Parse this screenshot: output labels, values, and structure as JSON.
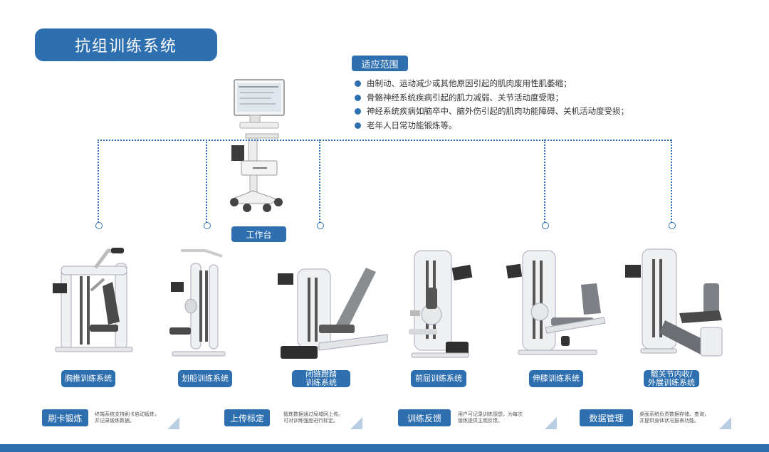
{
  "title": "抗组训练系统",
  "scope": {
    "heading": "适应范围",
    "items": [
      "由制动、运动减少或其他原因引起的肌肉废用性肌萎缩；",
      "骨骼神经系统疾病引起的肌力减弱、关节活动度受限；",
      "神经系统疾病如脑卒中、脑外伤引起的肌肉功能障碍、关机活动度受损；",
      "老年人日常功能锻炼等。"
    ]
  },
  "workstation": {
    "label": "工作台"
  },
  "machines": [
    {
      "label": "胸推训练系统"
    },
    {
      "label": "划船训练系统"
    },
    {
      "label_line1": "闭链蹬踏",
      "label_line2": "训练系统"
    },
    {
      "label": "前屈训练系统"
    },
    {
      "label": "伸膝训练系统"
    },
    {
      "label_line1": "髋关节内收/",
      "label_line2": "外展训练系统"
    }
  ],
  "features": [
    {
      "tag": "刷卡锻炼",
      "desc": "终端系统支持刷卡启动锻炼，\n并记录锻炼数据。"
    },
    {
      "tag": "上传标定",
      "desc": "锻炼数据通过局域网上传。\n可对训练强度进行标定。"
    },
    {
      "tag": "训练反馈",
      "desc": "用户可记录训练感想，为每次\n锻炼提供主观反馈。"
    },
    {
      "tag": "数据管理",
      "desc": "桌面系统负责数据存储、查询，\n并提供身体状况报表功能。"
    }
  ],
  "colors": {
    "accent": "#2e6fb0",
    "frame": "#e9ecef",
    "seat": "#4a4a4a"
  }
}
